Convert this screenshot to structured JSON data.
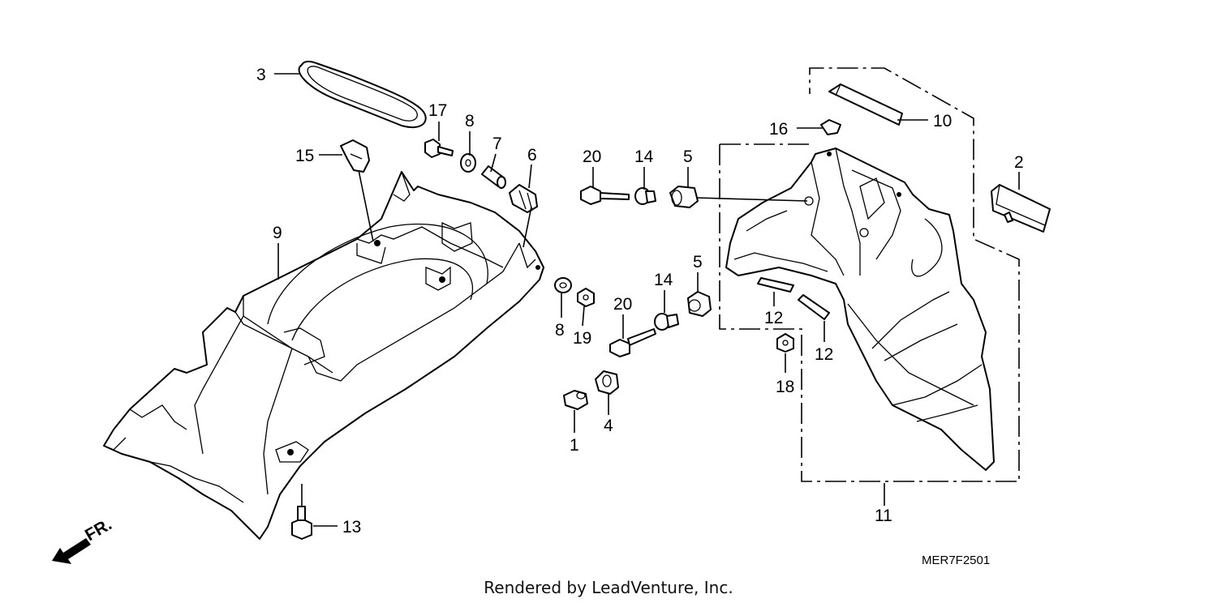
{
  "callouts": {
    "c1": "1",
    "c2": "2",
    "c3": "3",
    "c4": "4",
    "c5a": "5",
    "c5b": "5",
    "c6": "6",
    "c7": "7",
    "c8a": "8",
    "c8b": "8",
    "c9": "9",
    "c10": "10",
    "c11": "11",
    "c12a": "12",
    "c12b": "12",
    "c13": "13",
    "c14a": "14",
    "c14b": "14",
    "c15": "15",
    "c16": "16",
    "c17": "17",
    "c18": "18",
    "c19": "19",
    "c20a": "20",
    "c20b": "20"
  },
  "direction_label": "FR.",
  "diagram_code": "MER7F2501",
  "credit": "Rendered by LeadVenture, Inc."
}
